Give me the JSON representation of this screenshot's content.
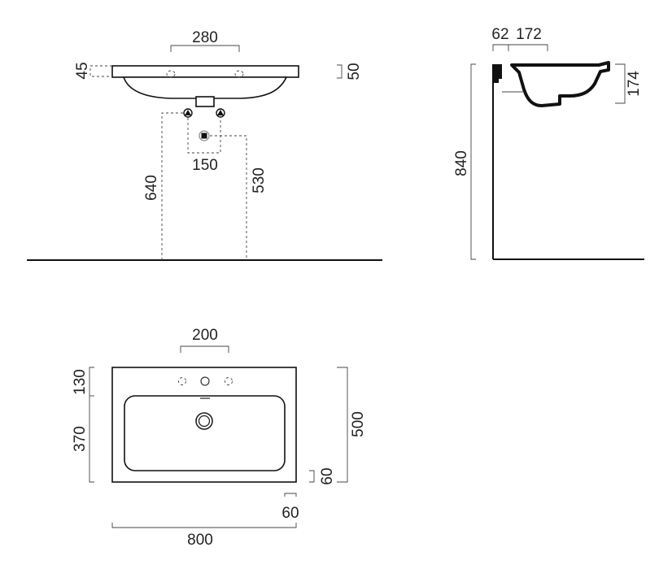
{
  "front_view": {
    "tap_hole_spacing": "280",
    "deck_height": "45",
    "rim_thickness": "50",
    "inlet_spacing": "150",
    "inlet_height": "640",
    "waste_height": "530"
  },
  "side_view": {
    "back_offset": "62",
    "bowl_width": "172",
    "bowl_depth": "174",
    "total_height": "840"
  },
  "top_view": {
    "tap_hole_spacing": "200",
    "back_deck": "130",
    "bowl_length": "370",
    "overall_depth": "500",
    "front_margin": "60",
    "side_margin": "60",
    "overall_width": "800"
  }
}
